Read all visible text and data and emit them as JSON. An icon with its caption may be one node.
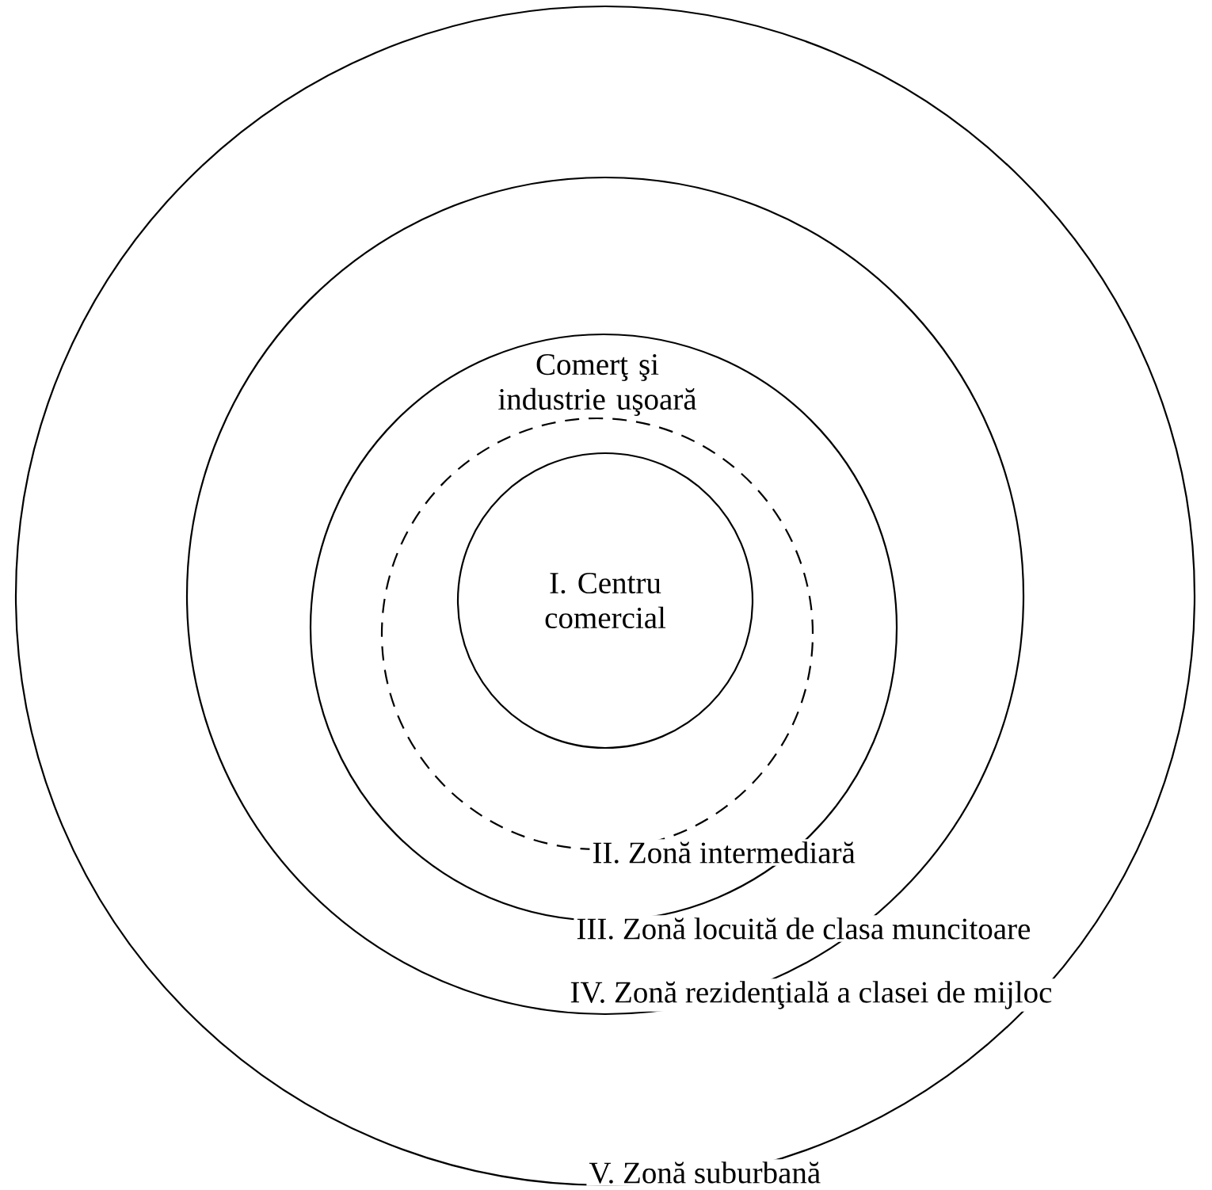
{
  "diagram": {
    "nodes": [
      {
        "text": [
          "V. Zonă suburbană"
        ]
      },
      {
        "text": [
          "IV. Zonă rezidenţială a clasei de mijloc"
        ],
        "in": 0
      },
      {
        "text": [
          "III. Zonă locuită de clasa muncitoare"
        ],
        "in": 1
      },
      {
        "text": [
          "Comerţ şi industrie uşoară",
          "II. Zonă intermediară"
        ],
        "in": 2
      },
      {
        "text": [
          "I. Centru comercial"
        ],
        "in": 3
      }
    ]
  }
}
